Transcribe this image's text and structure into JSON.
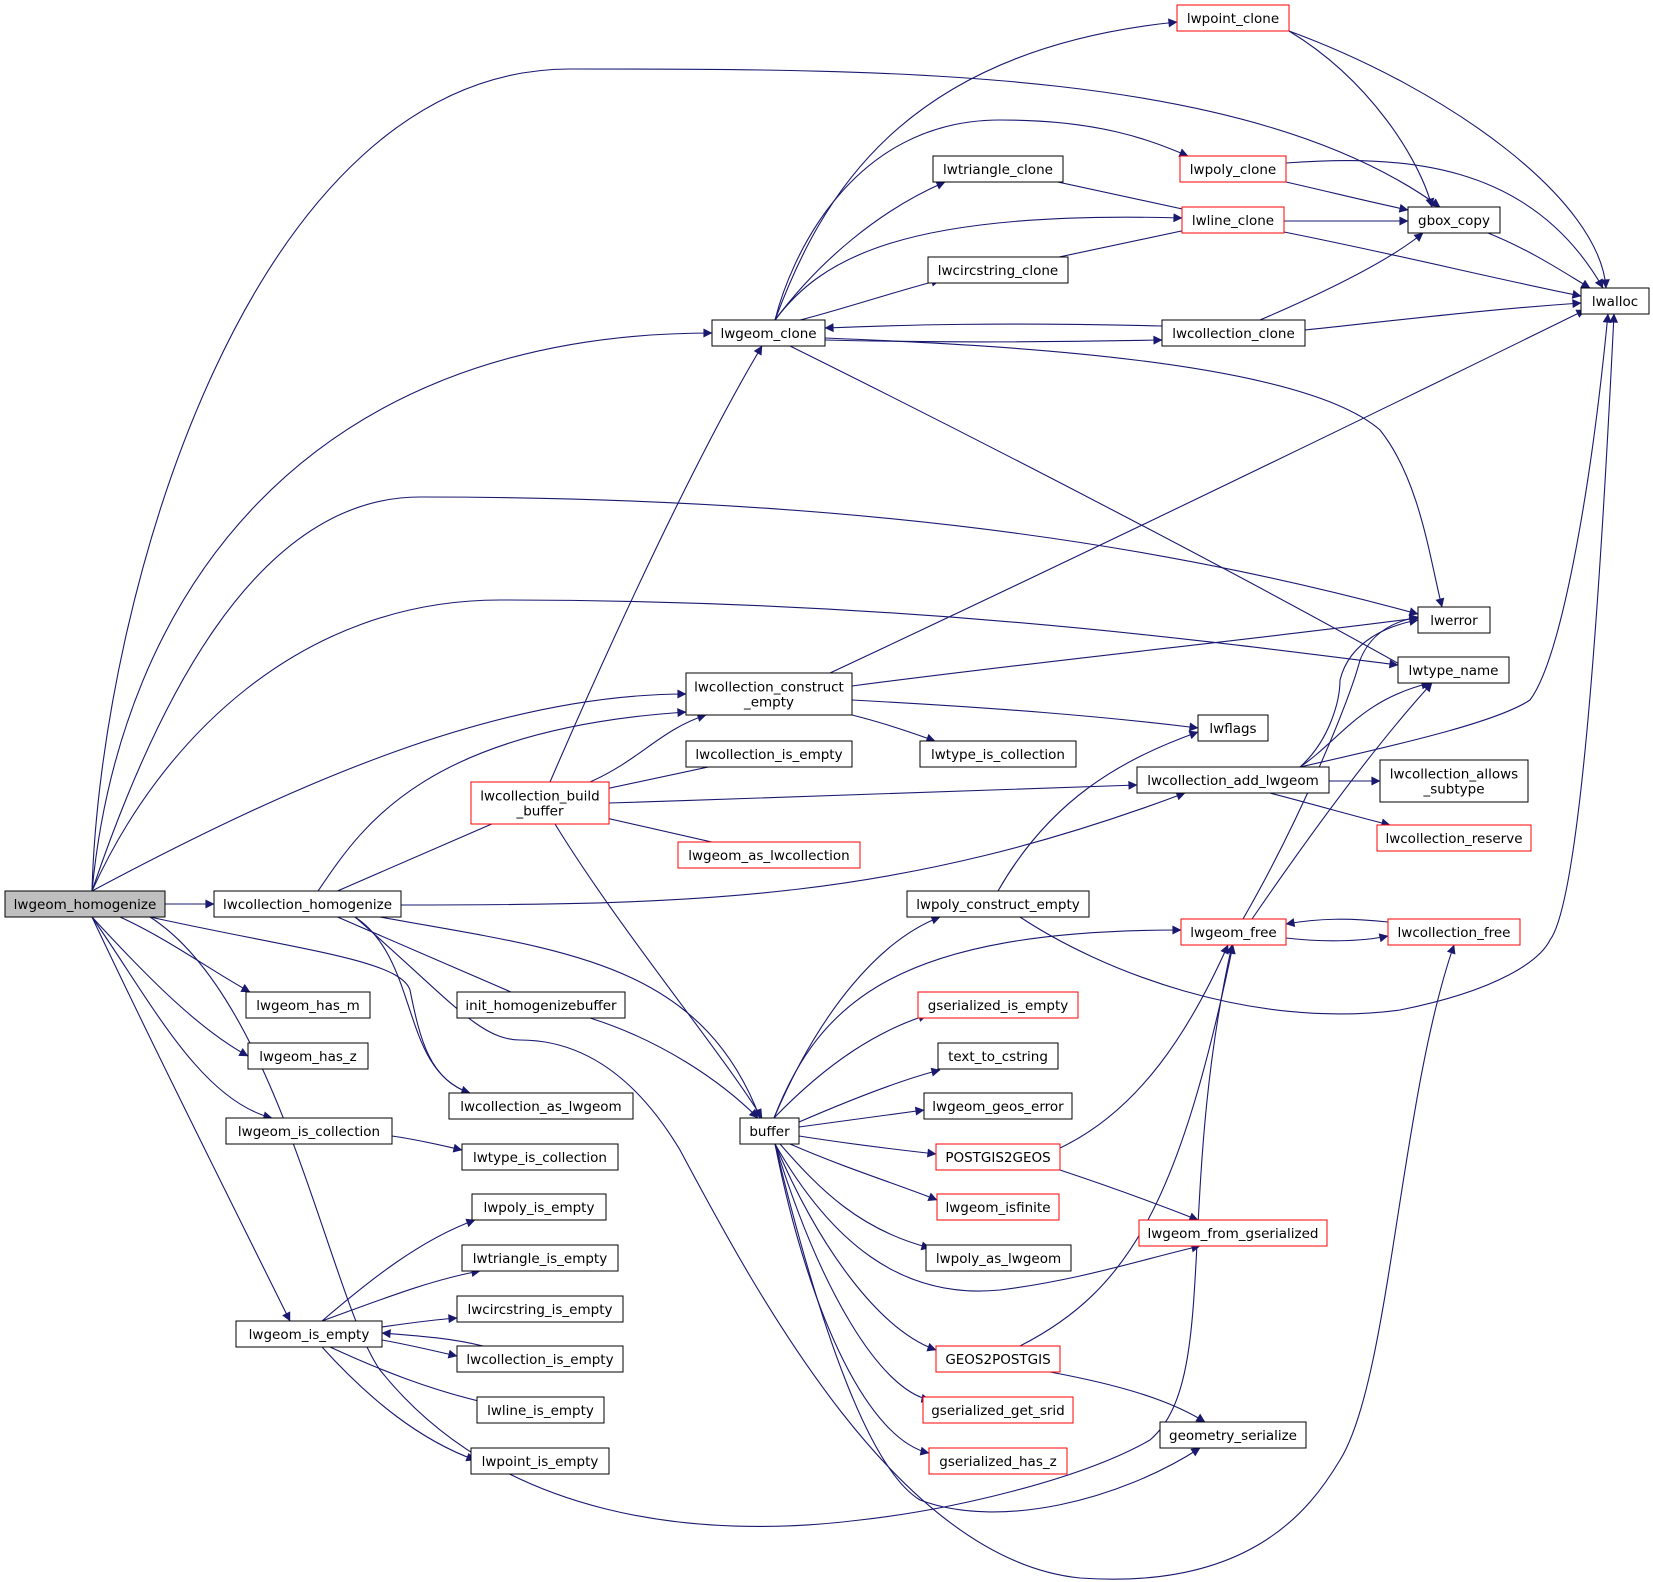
{
  "colors": {
    "edge": "#191970",
    "box_border": "#000000",
    "box_border_undocumented": "#ff0000",
    "root_fill": "#bfbfbf"
  },
  "nodes": [
    {
      "id": "lwgeom_homogenize",
      "lines": [
        "lwgeom_homogenize"
      ],
      "style": "root"
    },
    {
      "id": "lwcollection_homogenize",
      "lines": [
        "lwcollection_homogenize"
      ],
      "style": "black"
    },
    {
      "id": "lwgeom_has_m",
      "lines": [
        "lwgeom_has_m"
      ],
      "style": "black"
    },
    {
      "id": "lwgeom_has_z",
      "lines": [
        "lwgeom_has_z"
      ],
      "style": "black"
    },
    {
      "id": "lwgeom_is_collection",
      "lines": [
        "lwgeom_is_collection"
      ],
      "style": "black"
    },
    {
      "id": "lwgeom_is_empty",
      "lines": [
        "lwgeom_is_empty"
      ],
      "style": "black"
    },
    {
      "id": "lwcollection_build_buffer",
      "lines": [
        "lwcollection_build",
        "_buffer"
      ],
      "style": "red"
    },
    {
      "id": "init_homogenizebuffer",
      "lines": [
        "init_homogenizebuffer"
      ],
      "style": "black"
    },
    {
      "id": "lwcollection_as_lwgeom",
      "lines": [
        "lwcollection_as_lwgeom"
      ],
      "style": "black"
    },
    {
      "id": "lwtype_is_collection_left",
      "lines": [
        "lwtype_is_collection"
      ],
      "style": "black"
    },
    {
      "id": "lwpoly_is_empty",
      "lines": [
        "lwpoly_is_empty"
      ],
      "style": "black"
    },
    {
      "id": "lwtriangle_is_empty",
      "lines": [
        "lwtriangle_is_empty"
      ],
      "style": "black"
    },
    {
      "id": "lwcircstring_is_empty",
      "lines": [
        "lwcircstring_is_empty"
      ],
      "style": "black"
    },
    {
      "id": "lwcollection_is_empty_bottom",
      "lines": [
        "lwcollection_is_empty"
      ],
      "style": "black"
    },
    {
      "id": "lwline_is_empty",
      "lines": [
        "lwline_is_empty"
      ],
      "style": "black"
    },
    {
      "id": "lwpoint_is_empty",
      "lines": [
        "lwpoint_is_empty"
      ],
      "style": "black"
    },
    {
      "id": "lwgeom_clone",
      "lines": [
        "lwgeom_clone"
      ],
      "style": "black"
    },
    {
      "id": "lwcollection_construct_empty",
      "lines": [
        "lwcollection_construct",
        "_empty"
      ],
      "style": "black"
    },
    {
      "id": "lwcollection_is_empty_mid",
      "lines": [
        "lwcollection_is_empty"
      ],
      "style": "black"
    },
    {
      "id": "lwgeom_as_lwcollection",
      "lines": [
        "lwgeom_as_lwcollection"
      ],
      "style": "red"
    },
    {
      "id": "buffer",
      "lines": [
        "buffer"
      ],
      "style": "black"
    },
    {
      "id": "lwtriangle_clone",
      "lines": [
        "lwtriangle_clone"
      ],
      "style": "black"
    },
    {
      "id": "lwcircstring_clone",
      "lines": [
        "lwcircstring_clone"
      ],
      "style": "black"
    },
    {
      "id": "lwtype_is_collection_mid",
      "lines": [
        "lwtype_is_collection"
      ],
      "style": "black"
    },
    {
      "id": "lwpoly_construct_empty",
      "lines": [
        "lwpoly_construct_empty"
      ],
      "style": "black"
    },
    {
      "id": "gserialized_is_empty",
      "lines": [
        "gserialized_is_empty"
      ],
      "style": "red"
    },
    {
      "id": "text_to_cstring",
      "lines": [
        "text_to_cstring"
      ],
      "style": "black"
    },
    {
      "id": "lwgeom_geos_error",
      "lines": [
        "lwgeom_geos_error"
      ],
      "style": "black"
    },
    {
      "id": "POSTGIS2GEOS",
      "lines": [
        "POSTGIS2GEOS"
      ],
      "style": "red"
    },
    {
      "id": "lwgeom_isfinite",
      "lines": [
        "lwgeom_isfinite"
      ],
      "style": "red"
    },
    {
      "id": "lwpoly_as_lwgeom",
      "lines": [
        "lwpoly_as_lwgeom"
      ],
      "style": "black"
    },
    {
      "id": "GEOS2POSTGIS",
      "lines": [
        "GEOS2POSTGIS"
      ],
      "style": "red"
    },
    {
      "id": "gserialized_get_srid",
      "lines": [
        "gserialized_get_srid"
      ],
      "style": "red"
    },
    {
      "id": "gserialized_has_z",
      "lines": [
        "gserialized_has_z"
      ],
      "style": "red"
    },
    {
      "id": "lwpoint_clone",
      "lines": [
        "lwpoint_clone"
      ],
      "style": "red"
    },
    {
      "id": "lwpoly_clone",
      "lines": [
        "lwpoly_clone"
      ],
      "style": "red"
    },
    {
      "id": "lwline_clone",
      "lines": [
        "lwline_clone"
      ],
      "style": "red"
    },
    {
      "id": "lwcollection_clone",
      "lines": [
        "lwcollection_clone"
      ],
      "style": "black"
    },
    {
      "id": "lwflags",
      "lines": [
        "lwflags"
      ],
      "style": "black"
    },
    {
      "id": "lwcollection_add_lwgeom",
      "lines": [
        "lwcollection_add_lwgeom"
      ],
      "style": "black"
    },
    {
      "id": "lwgeom_free",
      "lines": [
        "lwgeom_free"
      ],
      "style": "red"
    },
    {
      "id": "lwgeom_from_gserialized",
      "lines": [
        "lwgeom_from_gserialized"
      ],
      "style": "red"
    },
    {
      "id": "geometry_serialize",
      "lines": [
        "geometry_serialize"
      ],
      "style": "black"
    },
    {
      "id": "gbox_copy",
      "lines": [
        "gbox_copy"
      ],
      "style": "black"
    },
    {
      "id": "lwerror",
      "lines": [
        "lwerror"
      ],
      "style": "black"
    },
    {
      "id": "lwtype_name",
      "lines": [
        "lwtype_name"
      ],
      "style": "black"
    },
    {
      "id": "lwcollection_allows_subtype",
      "lines": [
        "lwcollection_allows",
        "_subtype"
      ],
      "style": "black"
    },
    {
      "id": "lwcollection_reserve",
      "lines": [
        "lwcollection_reserve"
      ],
      "style": "red"
    },
    {
      "id": "lwcollection_free",
      "lines": [
        "lwcollection_free"
      ],
      "style": "red"
    },
    {
      "id": "lwalloc",
      "lines": [
        "lwalloc"
      ],
      "style": "black"
    }
  ],
  "edges": [
    [
      "lwgeom_homogenize",
      "lwcollection_homogenize"
    ],
    [
      "lwgeom_homogenize",
      "lwgeom_has_m"
    ],
    [
      "lwgeom_homogenize",
      "lwgeom_has_z"
    ],
    [
      "lwgeom_homogenize",
      "lwgeom_is_collection"
    ],
    [
      "lwgeom_homogenize",
      "lwgeom_is_empty"
    ],
    [
      "lwgeom_homogenize",
      "lwcollection_as_lwgeom"
    ],
    [
      "lwgeom_homogenize",
      "lwgeom_clone"
    ],
    [
      "lwgeom_homogenize",
      "lwcollection_construct_empty"
    ],
    [
      "lwgeom_homogenize",
      "lwerror"
    ],
    [
      "lwgeom_homogenize",
      "lwtype_name"
    ],
    [
      "lwgeom_homogenize",
      "gbox_copy"
    ],
    [
      "lwgeom_homogenize",
      "lwgeom_free"
    ],
    [
      "lwcollection_homogenize",
      "lwcollection_build_buffer"
    ],
    [
      "lwcollection_homogenize",
      "init_homogenizebuffer"
    ],
    [
      "lwcollection_homogenize",
      "lwcollection_as_lwgeom"
    ],
    [
      "lwcollection_homogenize",
      "lwcollection_construct_empty"
    ],
    [
      "lwcollection_homogenize",
      "lwcollection_add_lwgeom"
    ],
    [
      "lwcollection_homogenize",
      "buffer"
    ],
    [
      "lwcollection_homogenize",
      "lwcollection_free"
    ],
    [
      "lwgeom_is_collection",
      "lwtype_is_collection_left"
    ],
    [
      "lwgeom_is_empty",
      "lwpoly_is_empty"
    ],
    [
      "lwgeom_is_empty",
      "lwtriangle_is_empty"
    ],
    [
      "lwgeom_is_empty",
      "lwcircstring_is_empty"
    ],
    [
      "lwgeom_is_empty",
      "lwcollection_is_empty_bottom"
    ],
    [
      "lwgeom_is_empty",
      "lwline_is_empty"
    ],
    [
      "lwgeom_is_empty",
      "lwpoint_is_empty"
    ],
    [
      "lwcollection_is_empty_bottom",
      "lwgeom_is_empty"
    ],
    [
      "lwcollection_build_buffer",
      "lwgeom_clone"
    ],
    [
      "lwcollection_build_buffer",
      "lwcollection_construct_empty"
    ],
    [
      "lwcollection_build_buffer",
      "lwcollection_is_empty_mid"
    ],
    [
      "lwcollection_build_buffer",
      "lwgeom_as_lwcollection"
    ],
    [
      "lwcollection_build_buffer",
      "lwcollection_add_lwgeom"
    ],
    [
      "lwcollection_build_buffer",
      "buffer"
    ],
    [
      "init_homogenizebuffer",
      "buffer"
    ],
    [
      "lwgeom_clone",
      "lwpoint_clone"
    ],
    [
      "lwgeom_clone",
      "lwpoly_clone"
    ],
    [
      "lwgeom_clone",
      "lwtriangle_clone"
    ],
    [
      "lwgeom_clone",
      "lwline_clone"
    ],
    [
      "lwgeom_clone",
      "lwcircstring_clone"
    ],
    [
      "lwgeom_clone",
      "lwcollection_clone"
    ],
    [
      "lwgeom_clone",
      "lwerror"
    ],
    [
      "lwgeom_clone",
      "lwtype_name"
    ],
    [
      "lwcollection_clone",
      "lwgeom_clone"
    ],
    [
      "lwcollection_clone",
      "gbox_copy"
    ],
    [
      "lwcollection_clone",
      "lwalloc"
    ],
    [
      "lwtriangle_clone",
      "lwline_clone"
    ],
    [
      "lwcircstring_clone",
      "lwline_clone"
    ],
    [
      "lwpoint_clone",
      "gbox_copy"
    ],
    [
      "lwpoint_clone",
      "lwalloc"
    ],
    [
      "lwpoly_clone",
      "gbox_copy"
    ],
    [
      "lwpoly_clone",
      "lwalloc"
    ],
    [
      "lwline_clone",
      "gbox_copy"
    ],
    [
      "lwline_clone",
      "lwalloc"
    ],
    [
      "gbox_copy",
      "lwalloc"
    ],
    [
      "lwcollection_construct_empty",
      "lwalloc"
    ],
    [
      "lwcollection_construct_empty",
      "lwerror"
    ],
    [
      "lwcollection_construct_empty",
      "lwflags"
    ],
    [
      "lwcollection_construct_empty",
      "lwtype_is_collection_mid"
    ],
    [
      "lwcollection_add_lwgeom",
      "lwerror"
    ],
    [
      "lwcollection_add_lwgeom",
      "lwtype_name"
    ],
    [
      "lwcollection_add_lwgeom",
      "lwalloc"
    ],
    [
      "lwcollection_add_lwgeom",
      "lwcollection_allows_subtype"
    ],
    [
      "lwcollection_add_lwgeom",
      "lwcollection_reserve"
    ],
    [
      "lwpoly_construct_empty",
      "lwflags"
    ],
    [
      "lwpoly_construct_empty",
      "lwalloc"
    ],
    [
      "lwgeom_free",
      "lwerror"
    ],
    [
      "lwgeom_free",
      "lwtype_name"
    ],
    [
      "lwgeom_free",
      "lwcollection_free"
    ],
    [
      "lwcollection_free",
      "lwgeom_free"
    ],
    [
      "buffer",
      "lwpoly_construct_empty"
    ],
    [
      "buffer",
      "lwgeom_free"
    ],
    [
      "buffer",
      "gserialized_is_empty"
    ],
    [
      "buffer",
      "text_to_cstring"
    ],
    [
      "buffer",
      "lwgeom_geos_error"
    ],
    [
      "buffer",
      "POSTGIS2GEOS"
    ],
    [
      "buffer",
      "lwgeom_isfinite"
    ],
    [
      "buffer",
      "lwpoly_as_lwgeom"
    ],
    [
      "buffer",
      "lwgeom_from_gserialized"
    ],
    [
      "buffer",
      "GEOS2POSTGIS"
    ],
    [
      "buffer",
      "gserialized_get_srid"
    ],
    [
      "buffer",
      "gserialized_has_z"
    ],
    [
      "buffer",
      "geometry_serialize"
    ],
    [
      "POSTGIS2GEOS",
      "lwgeom_free"
    ],
    [
      "POSTGIS2GEOS",
      "lwgeom_from_gserialized"
    ],
    [
      "GEOS2POSTGIS",
      "lwgeom_free"
    ],
    [
      "GEOS2POSTGIS",
      "geometry_serialize"
    ]
  ]
}
